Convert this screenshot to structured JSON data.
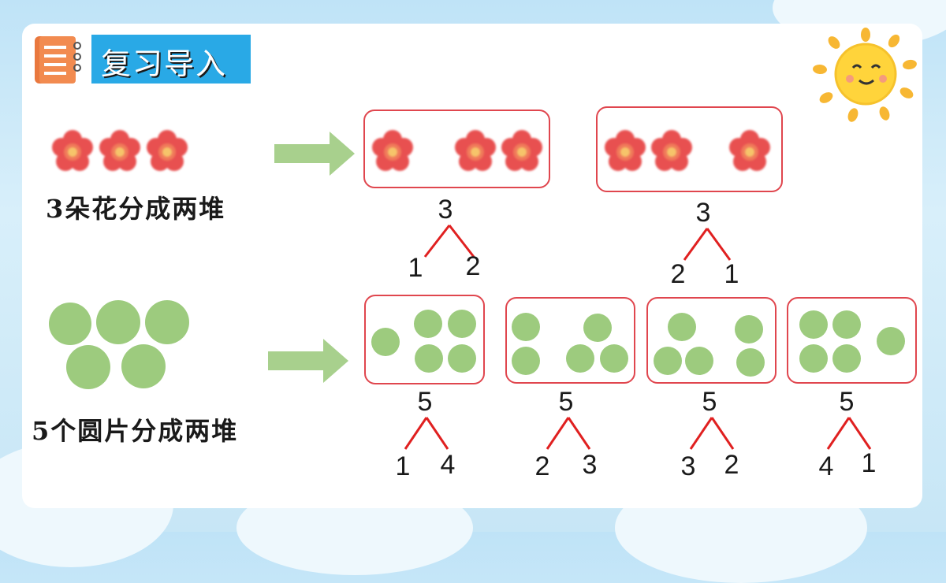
{
  "title": "复习导入",
  "rows": [
    {
      "label": "3朵花分成两堆",
      "trees": [
        {
          "top": "3",
          "left": "1",
          "right": "2"
        },
        {
          "top": "3",
          "left": "2",
          "right": "1"
        }
      ]
    },
    {
      "label": "5个圆片分成两堆",
      "trees": [
        {
          "top": "5",
          "left": "1",
          "right": "4"
        },
        {
          "top": "5",
          "left": "2",
          "right": "3"
        },
        {
          "top": "5",
          "left": "3",
          "right": "2"
        },
        {
          "top": "5",
          "left": "4",
          "right": "1"
        }
      ]
    }
  ],
  "colors": {
    "accent": "#29a9e6",
    "box_border": "#e0464e",
    "arrow": "#a8d08d",
    "dot": "#9dcb7e",
    "flower": "#e84a4a"
  },
  "icons": [
    "notebook-icon",
    "sun-icon",
    "flower-icon",
    "arrow-right-icon"
  ]
}
